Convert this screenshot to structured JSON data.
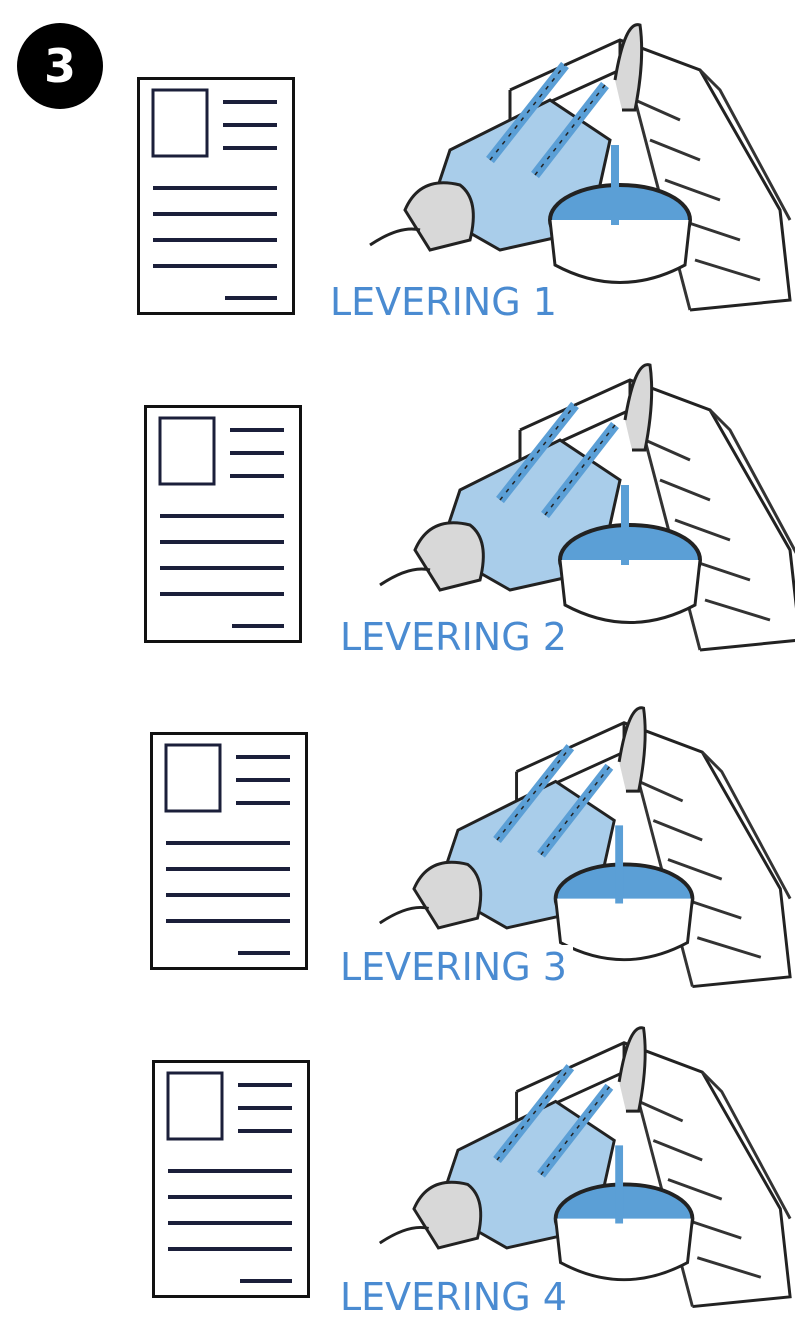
{
  "step": {
    "number": "3"
  },
  "colors": {
    "label": "#4a8bd1",
    "water": "#a9cdea",
    "water_dark": "#5b9fd6",
    "ink": "#1b1f3a"
  },
  "deliveries": [
    {
      "label": "LEVERING 1"
    },
    {
      "label": "LEVERING 2"
    },
    {
      "label": "LEVERING 3"
    },
    {
      "label": "LEVERING 4"
    }
  ]
}
